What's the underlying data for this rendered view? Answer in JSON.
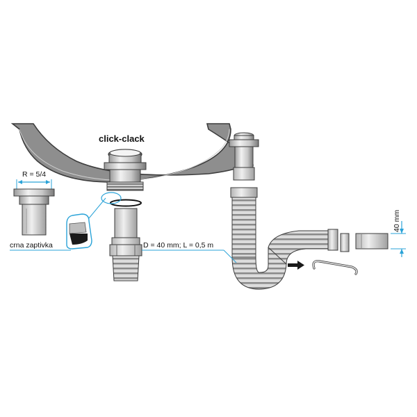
{
  "labels": {
    "click_clack": "click-clack",
    "radius": "R = 5/4",
    "gasket": "crna zaptivka",
    "hose_spec": "D = 40 mm; L = 0,5 m",
    "height_dim": "40 mm"
  },
  "colors": {
    "outline": "#3c3c3c",
    "sink_fill": "#8e8e8e",
    "part_light": "#e6e6e6",
    "part_mid": "#bdbdbd",
    "part_dark": "#555555",
    "callout": "#2aa3d8",
    "gasket": "#1a1a1a"
  },
  "icons": [
    "arrow-right-icon",
    "s-hook-icon"
  ]
}
